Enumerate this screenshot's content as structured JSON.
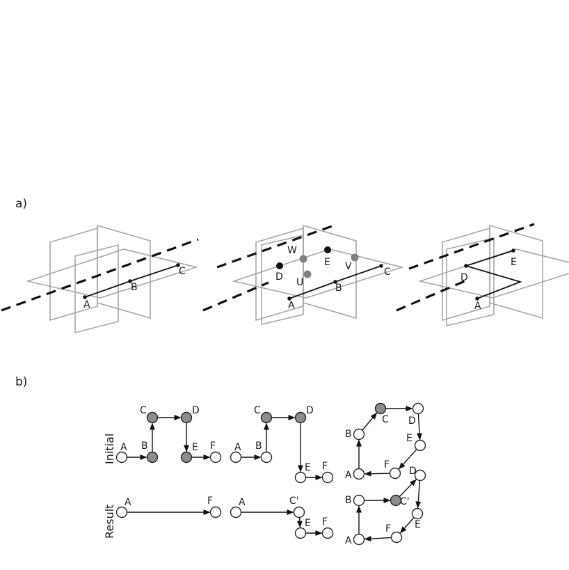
{
  "panels": {
    "a": "a)",
    "b": "b)"
  },
  "colors": {
    "plane": "#a6a6a6",
    "line": "#111111",
    "node_white": "#ffffff",
    "node_gray": "#8c8c8c",
    "point_gray": "#808080"
  },
  "part_a": {
    "fig1": {
      "labels": [
        "A",
        "B",
        "C"
      ]
    },
    "fig2": {
      "labels": [
        "W",
        "E",
        "V",
        "D",
        "U",
        "C",
        "B",
        "A"
      ]
    },
    "fig3": {
      "labels": [
        "D",
        "E",
        "A"
      ]
    }
  },
  "part_b": {
    "row_labels": {
      "initial": "Initial",
      "result": "Result"
    },
    "graphs": {
      "g1_initial": {
        "nodes": [
          {
            "id": "A",
            "label": "A",
            "fill": "white"
          },
          {
            "id": "B",
            "label": "B",
            "fill": "gray"
          },
          {
            "id": "C",
            "label": "C",
            "fill": "gray"
          },
          {
            "id": "D",
            "label": "D",
            "fill": "gray"
          },
          {
            "id": "E",
            "label": "E",
            "fill": "gray"
          },
          {
            "id": "F",
            "label": "F",
            "fill": "white"
          }
        ],
        "edges": [
          [
            "A",
            "B"
          ],
          [
            "B",
            "C"
          ],
          [
            "C",
            "D"
          ],
          [
            "D",
            "E"
          ],
          [
            "E",
            "F"
          ]
        ]
      },
      "g2_initial": {
        "nodes": [
          {
            "id": "A",
            "label": "A",
            "fill": "white"
          },
          {
            "id": "B",
            "label": "B",
            "fill": "white"
          },
          {
            "id": "C",
            "label": "C",
            "fill": "gray"
          },
          {
            "id": "D",
            "label": "D",
            "fill": "gray"
          },
          {
            "id": "E",
            "label": "E",
            "fill": "white"
          },
          {
            "id": "F",
            "label": "F",
            "fill": "white"
          }
        ],
        "edges": [
          [
            "A",
            "B"
          ],
          [
            "B",
            "C"
          ],
          [
            "C",
            "D"
          ],
          [
            "D",
            "E"
          ],
          [
            "E",
            "F"
          ]
        ]
      },
      "g3_initial": {
        "nodes": [
          {
            "id": "A",
            "label": "A",
            "fill": "white"
          },
          {
            "id": "B",
            "label": "B",
            "fill": "white"
          },
          {
            "id": "C",
            "label": "C",
            "fill": "gray"
          },
          {
            "id": "D",
            "label": "D",
            "fill": "white"
          },
          {
            "id": "E",
            "label": "E",
            "fill": "white"
          },
          {
            "id": "F",
            "label": "F",
            "fill": "white"
          }
        ],
        "edges": [
          [
            "A",
            "B"
          ],
          [
            "B",
            "C"
          ],
          [
            "C",
            "D"
          ],
          [
            "D",
            "E"
          ],
          [
            "E",
            "F"
          ],
          [
            "F",
            "A"
          ]
        ]
      },
      "g1_result": {
        "nodes": [
          {
            "id": "A",
            "label": "A",
            "fill": "white"
          },
          {
            "id": "F",
            "label": "F",
            "fill": "white"
          }
        ],
        "edges": [
          [
            "A",
            "F"
          ]
        ]
      },
      "g2_result": {
        "nodes": [
          {
            "id": "A",
            "label": "A",
            "fill": "white"
          },
          {
            "id": "C'",
            "label": "C'",
            "fill": "white"
          },
          {
            "id": "E",
            "label": "E",
            "fill": "white"
          },
          {
            "id": "F",
            "label": "F",
            "fill": "white"
          }
        ],
        "edges": [
          [
            "A",
            "C'"
          ],
          [
            "C'",
            "E"
          ],
          [
            "E",
            "F"
          ]
        ]
      },
      "g3_result": {
        "nodes": [
          {
            "id": "A",
            "label": "A",
            "fill": "white"
          },
          {
            "id": "B",
            "label": "B",
            "fill": "white"
          },
          {
            "id": "C'",
            "label": "C'",
            "fill": "gray"
          },
          {
            "id": "D",
            "label": "D",
            "fill": "white"
          },
          {
            "id": "E",
            "label": "E",
            "fill": "white"
          },
          {
            "id": "F",
            "label": "F",
            "fill": "white"
          }
        ],
        "edges": [
          [
            "A",
            "B"
          ],
          [
            "B",
            "C'"
          ],
          [
            "C'",
            "D"
          ],
          [
            "D",
            "E"
          ],
          [
            "E",
            "F"
          ],
          [
            "F",
            "A"
          ]
        ]
      }
    }
  }
}
